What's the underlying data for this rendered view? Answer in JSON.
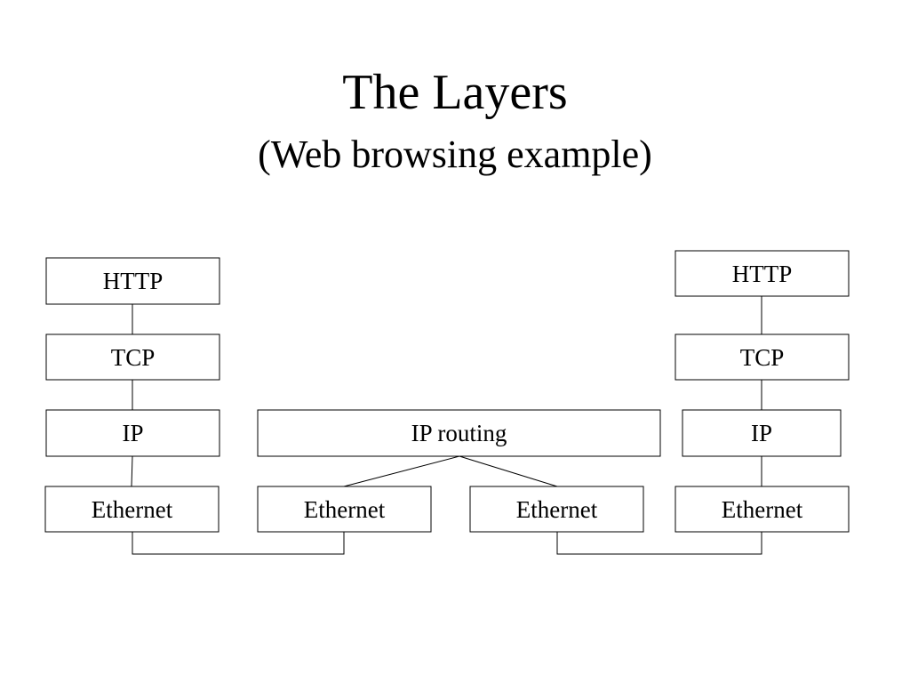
{
  "title": "The Layers",
  "subtitle": "(Web browsing example)",
  "left_host": {
    "http": "HTTP",
    "tcp": "TCP",
    "ip": "IP",
    "ethernet": "Ethernet"
  },
  "router": {
    "ip_routing": "IP routing",
    "ethernet_left": "Ethernet",
    "ethernet_right": "Ethernet"
  },
  "right_host": {
    "http": "HTTP",
    "tcp": "TCP",
    "ip": "IP",
    "ethernet": "Ethernet"
  },
  "colors": {
    "stroke": "#000000",
    "background": "#ffffff"
  }
}
